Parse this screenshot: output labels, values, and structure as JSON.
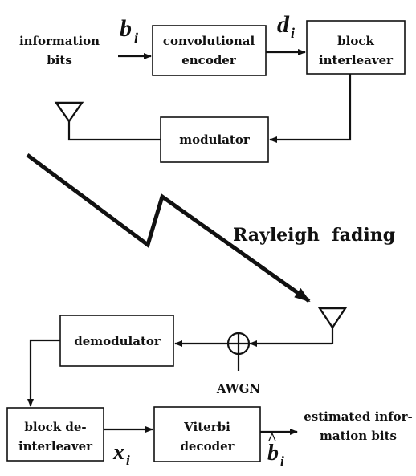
{
  "labels": {
    "info_bits_line1": "information",
    "info_bits_line2": "bits",
    "encoder_line1": "convolutional",
    "encoder_line2": "encoder",
    "interleaver_line1": "block",
    "interleaver_line2": "interleaver",
    "modulator": "modulator",
    "channel": "Rayleigh  fading",
    "demodulator": "demodulator",
    "noise": "AWGN",
    "deinterleaver_line1": "block de-",
    "deinterleaver_line2": "interleaver",
    "decoder_line1": "Viterbi",
    "decoder_line2": "decoder",
    "output_line1": "estimated infor-",
    "output_line2": "mation bits"
  },
  "symbols": {
    "b": "b",
    "d": "d",
    "x": "x",
    "bhat": "b",
    "sub_i": "i",
    "hat": "^"
  }
}
